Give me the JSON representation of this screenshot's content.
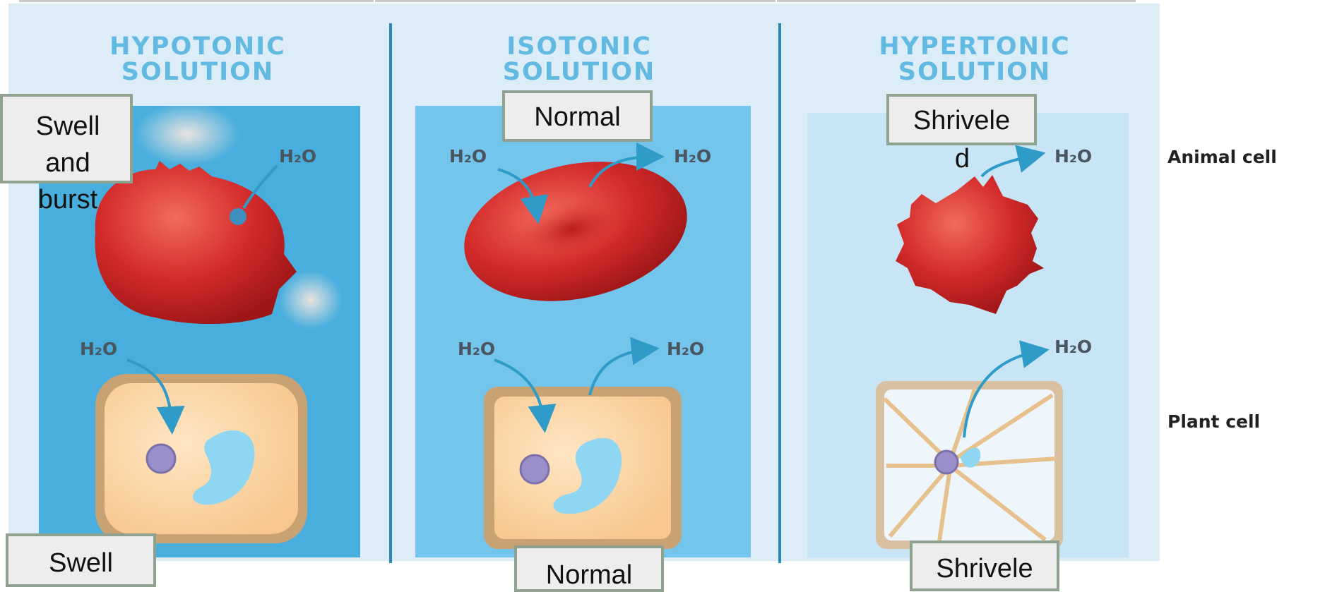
{
  "columns": [
    {
      "heading_line1": "HYPOTONIC",
      "heading_line2": "SOLUTION"
    },
    {
      "heading_line1": "ISOTONIC",
      "heading_line2": "SOLUTION"
    },
    {
      "heading_line1": "HYPERTONIC",
      "heading_line2": "SOLUTION"
    }
  ],
  "row_labels": {
    "animal": "Animal cell",
    "plant": "Plant cell"
  },
  "water_label": "H₂O",
  "callouts": {
    "hypotonic_animal": "Swell and burst",
    "isotonic_animal": "Normal",
    "hypertonic_animal": "Shrivele",
    "hypertonic_animal_overflow": "d",
    "hypotonic_plant": "Swell",
    "isotonic_plant": "Normal",
    "hypertonic_plant": "Shrivele"
  },
  "colors": {
    "hypotonic_bg": "#47aede",
    "isotonic_bg": "#74c5ec",
    "hypertonic_bg": "#c8e5f5",
    "heading": "#62b9e1",
    "arrow": "#2f9bc8",
    "red_cell": "#d22a2a",
    "plant_wall": "#c9a273",
    "plant_cytoplasm": "#fbd7a8",
    "vacuole": "#8fd6f2",
    "nucleus": "#9a8fc9"
  }
}
